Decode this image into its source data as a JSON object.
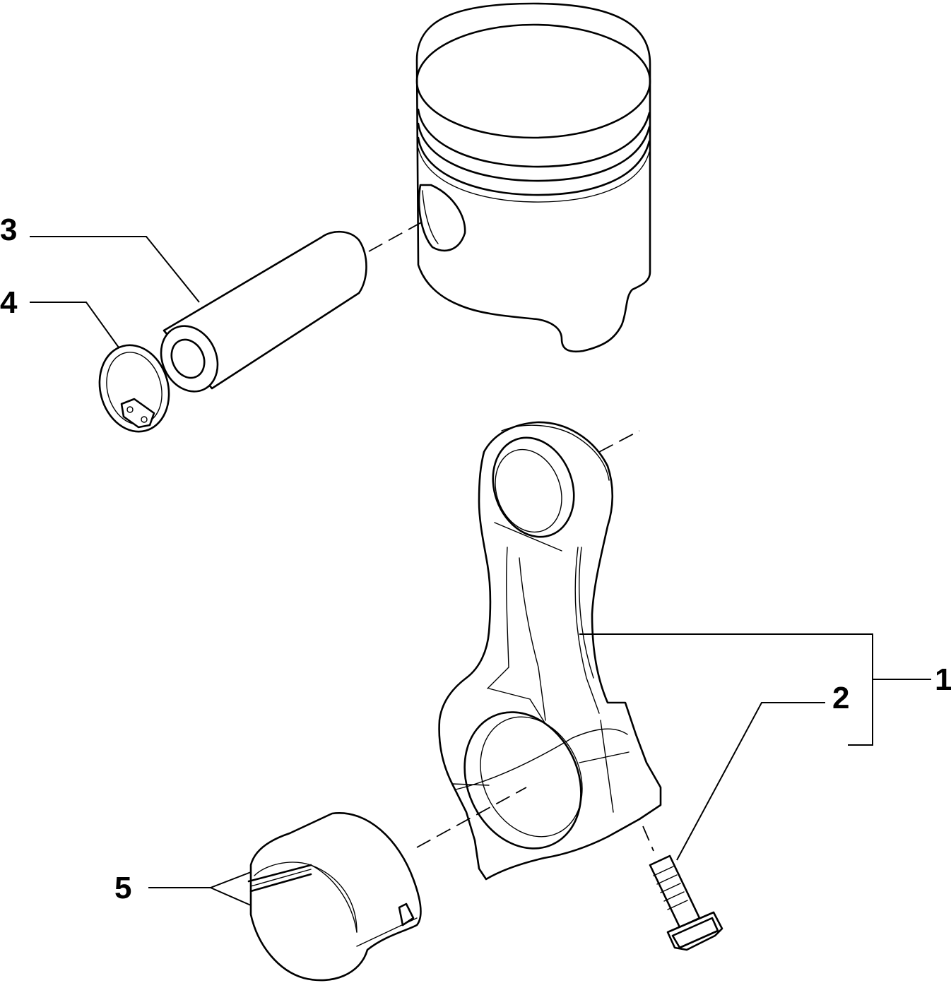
{
  "callouts": {
    "c1": "1",
    "c2": "2",
    "c3": "3",
    "c4": "4",
    "c5": "5"
  },
  "parts": {
    "p1": "connecting-rod",
    "p2": "connecting-rod-bolt",
    "p3": "piston-pin",
    "p4": "snap-ring",
    "p5": "bearing-shell",
    "p6": "piston"
  }
}
